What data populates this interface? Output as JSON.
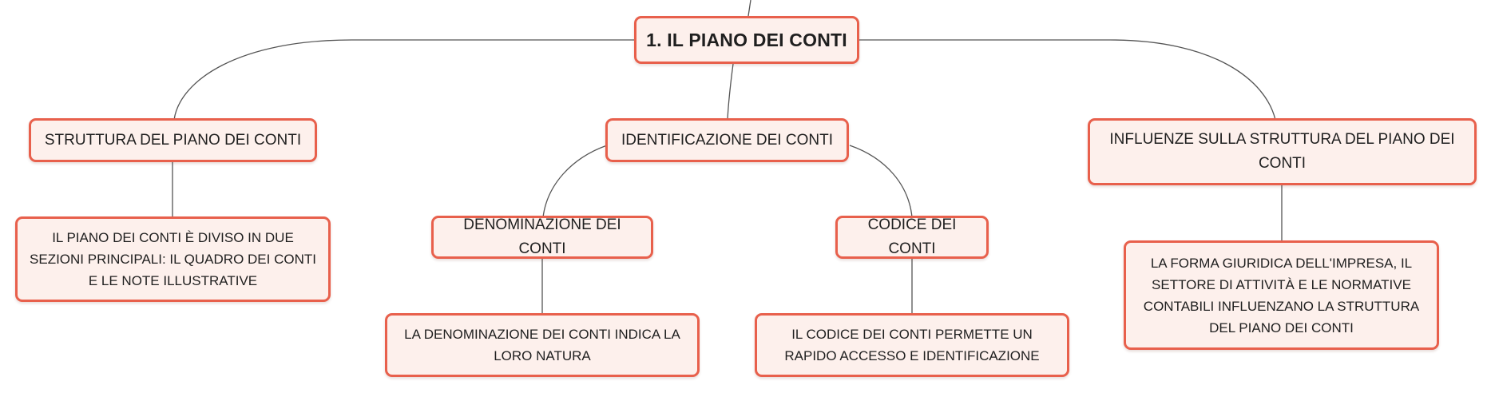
{
  "map": {
    "root": {
      "label": "1. IL PIANO DEI CONTI"
    },
    "struttura": {
      "label": "STRUTTURA DEL PIANO DEI CONTI",
      "detail": "IL PIANO DEI CONTI È DIVISO IN DUE SEZIONI PRINCIPALI: IL QUADRO DEI CONTI E LE NOTE ILLUSTRATIVE"
    },
    "identificazione": {
      "label": "IDENTIFICAZIONE DEI CONTI",
      "denominazione": {
        "label": "DENOMINAZIONE DEI CONTI",
        "detail": "LA DENOMINAZIONE DEI CONTI INDICA LA LORO NATURA"
      },
      "codice": {
        "label": "CODICE DEI CONTI",
        "detail": "IL CODICE DEI CONTI PERMETTE UN RAPIDO ACCESSO E IDENTIFICAZIONE"
      }
    },
    "influenze": {
      "label": "INFLUENZE SULLA STRUTTURA DEL PIANO DEI CONTI",
      "detail": "LA FORMA GIURIDICA DELL'IMPRESA, IL SETTORE DI ATTIVITÀ E LE NORMATIVE CONTABILI INFLUENZANO LA STRUTTURA DEL PIANO DEI CONTI"
    }
  },
  "colors": {
    "node_border": "#e8604c",
    "node_fill": "#fdf0ec",
    "connector": "#555555"
  }
}
